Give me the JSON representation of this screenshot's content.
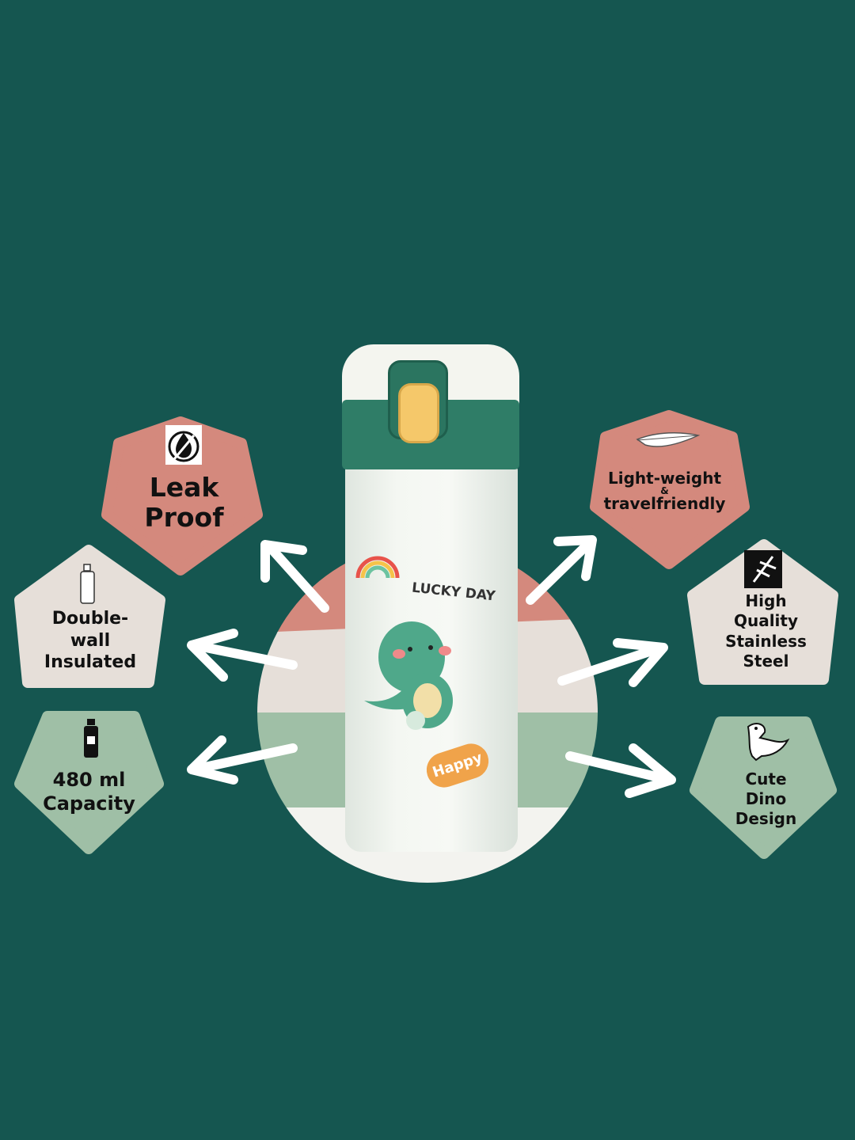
{
  "product": {
    "sticker_text_top": "LUCKY DAY",
    "sticker_text_bottom": "Happy"
  },
  "features": [
    {
      "id": "leak-proof",
      "line1": "Leak",
      "line2": "Proof",
      "icon": "no-drop-icon"
    },
    {
      "id": "light-weight",
      "line1": "Light-weight",
      "amp": "&",
      "line2": "travelfriendly",
      "icon": "feather-icon"
    },
    {
      "id": "double-wall",
      "line1": "Double-",
      "line2": "wall",
      "line3": "Insulated",
      "icon": "bottle-icon"
    },
    {
      "id": "stainless",
      "line1": "High",
      "line2": "Quality",
      "line3": "Stainless",
      "line4": "Steel",
      "icon": "steel-icon"
    },
    {
      "id": "capacity",
      "line1": "480 ml",
      "line2": "Capacity",
      "icon": "small-bottle-icon"
    },
    {
      "id": "dino",
      "line1": "Cute",
      "line2": "Dino",
      "line3": "Design",
      "icon": "dino-icon"
    }
  ],
  "colors": {
    "background": "#155650",
    "pink": "#d4897d",
    "beige": "#e6dfd9",
    "sage": "#9fbfa6",
    "bottle_green": "#2f7d67",
    "button_yellow": "#f5c86a"
  }
}
